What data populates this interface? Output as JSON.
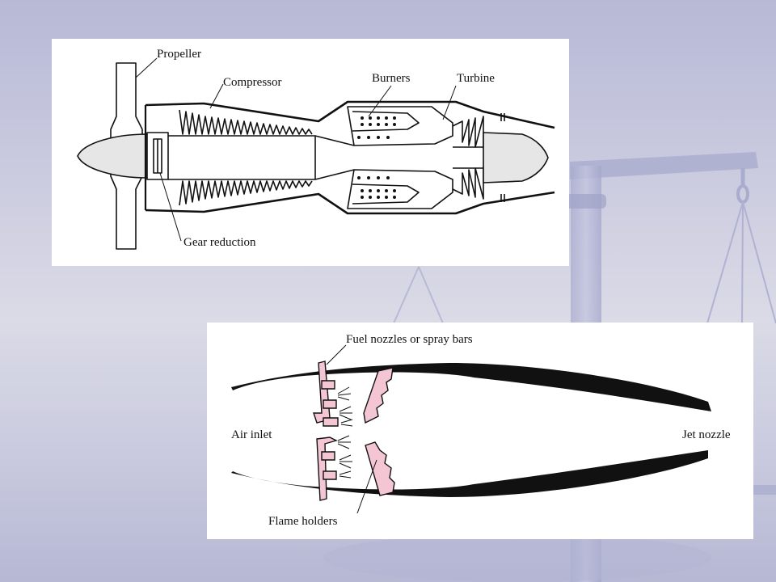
{
  "turboprop": {
    "labels": {
      "propeller": "Propeller",
      "compressor": "Compressor",
      "burners": "Burners",
      "turbine": "Turbine",
      "gear_reduction": "Gear reduction"
    }
  },
  "ramjet": {
    "labels": {
      "fuel_nozzles": "Fuel nozzles or spray bars",
      "air_inlet": "Air inlet",
      "jet_nozzle": "Jet nozzle",
      "flame_holders": "Flame holders"
    }
  },
  "colors": {
    "background": "#c8c9df",
    "panel": "#ffffff",
    "ink": "#111111",
    "spray_bar_fill": "#f4c6d4",
    "spinner_fill": "#e3e3e3"
  }
}
